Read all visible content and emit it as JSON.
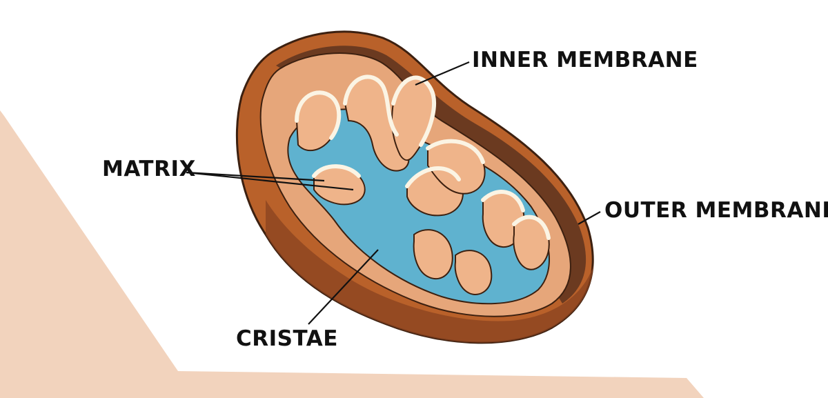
{
  "labels": {
    "inner_membrane": "INNER MEMBRANE",
    "matrix": "MATRIX",
    "outer_membrane": "OUTER MEMBRANE",
    "cristae": "CRISTAE"
  },
  "colors": {
    "backdrop": "#f2d3bd",
    "outer_membrane": "#b9612a",
    "outer_membrane_dark": "#7a3d1a",
    "intermembrane": "#e6a67a",
    "matrix": "#5fb2cf",
    "inner_membrane": "#fbf4e4",
    "cristae_fill": "#efb48a",
    "ink": "#111111"
  }
}
